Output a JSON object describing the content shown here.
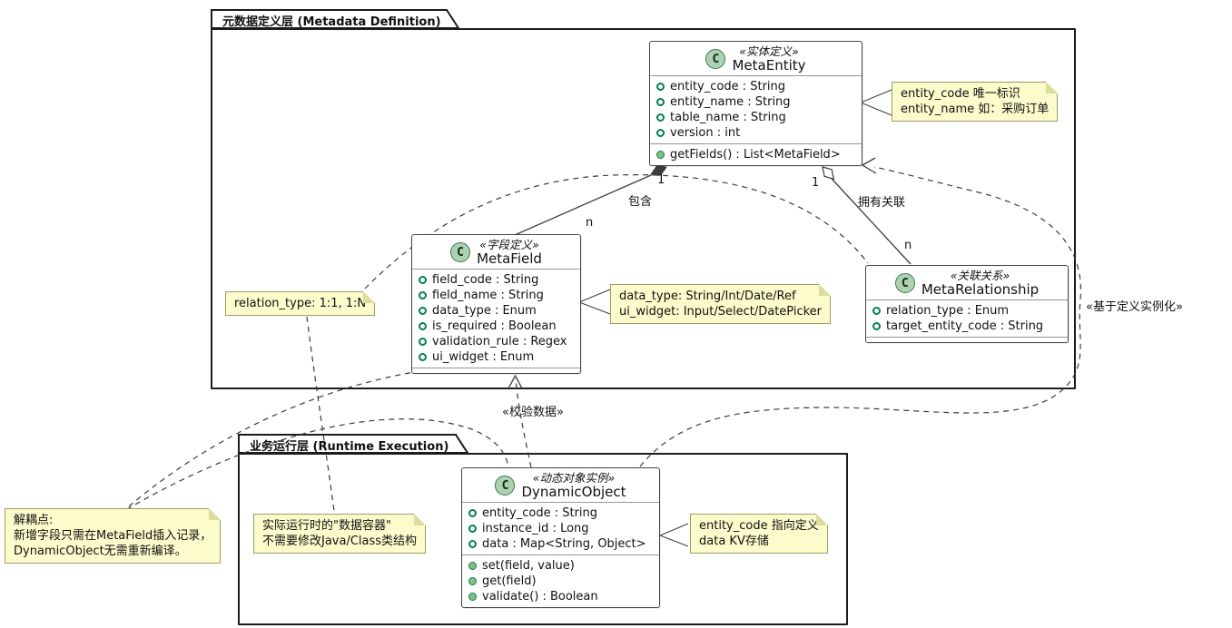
{
  "packages": {
    "metadata": {
      "title": "元数据定义层 (Metadata Definition)"
    },
    "runtime": {
      "title": "业务运行层 (Runtime Execution)"
    }
  },
  "classes": {
    "meta_entity": {
      "icon": "C",
      "stereotype": "«实体定义»",
      "name": "MetaEntity",
      "attributes": [
        "entity_code : String",
        "entity_name : String",
        "table_name : String",
        "version : int"
      ],
      "methods": [
        "getFields() : List<MetaField>"
      ]
    },
    "meta_field": {
      "icon": "C",
      "stereotype": "«字段定义»",
      "name": "MetaField",
      "attributes": [
        "field_code : String",
        "field_name : String",
        "data_type : Enum",
        "is_required : Boolean",
        "validation_rule : Regex",
        "ui_widget : Enum"
      ],
      "methods": []
    },
    "meta_relationship": {
      "icon": "C",
      "stereotype": "«关联关系»",
      "name": "MetaRelationship",
      "attributes": [
        "relation_type : Enum",
        "target_entity_code : String"
      ],
      "methods": []
    },
    "dynamic_object": {
      "icon": "C",
      "stereotype": "«动态对象实例»",
      "name": "DynamicObject",
      "attributes": [
        "entity_code : String",
        "instance_id : Long",
        "data : Map<String, Object>"
      ],
      "methods": [
        "set(field, value)",
        "get(field)",
        "validate() : Boolean"
      ]
    }
  },
  "notes": {
    "entity_code": {
      "lines": [
        "entity_code 唯一标识",
        "entity_name 如：采购订单"
      ]
    },
    "data_type": {
      "lines": [
        "data_type: String/Int/Date/Ref",
        "ui_widget: Input/Select/DatePicker"
      ]
    },
    "relation_type": {
      "lines": [
        "relation_type: 1:1, 1:N"
      ]
    },
    "decouple": {
      "lines": [
        "解耦点:",
        "新增字段只需在MetaField插入记录，",
        "DynamicObject无需重新编译。"
      ]
    },
    "runtime_container": {
      "lines": [
        "实际运行时的\"数据容器\"",
        "不需要修改Java/Class类结构"
      ]
    },
    "kv": {
      "lines": [
        "entity_code 指向定义",
        "data KV存储"
      ]
    }
  },
  "edges": {
    "contains": {
      "label": "包含",
      "source_mult": "1",
      "target_mult": "n"
    },
    "owns": {
      "label": "拥有关联",
      "source_mult": "1",
      "target_mult": "n"
    },
    "validates": {
      "label": "«校验数据»"
    },
    "instantiates": {
      "label": "«基于定义实例化»"
    }
  },
  "colors": {
    "note_bg": "#FBFBCB",
    "class_icon_bg": "#ADD1B2",
    "visibility_green": "#038048",
    "line": "#3C3C3C"
  }
}
